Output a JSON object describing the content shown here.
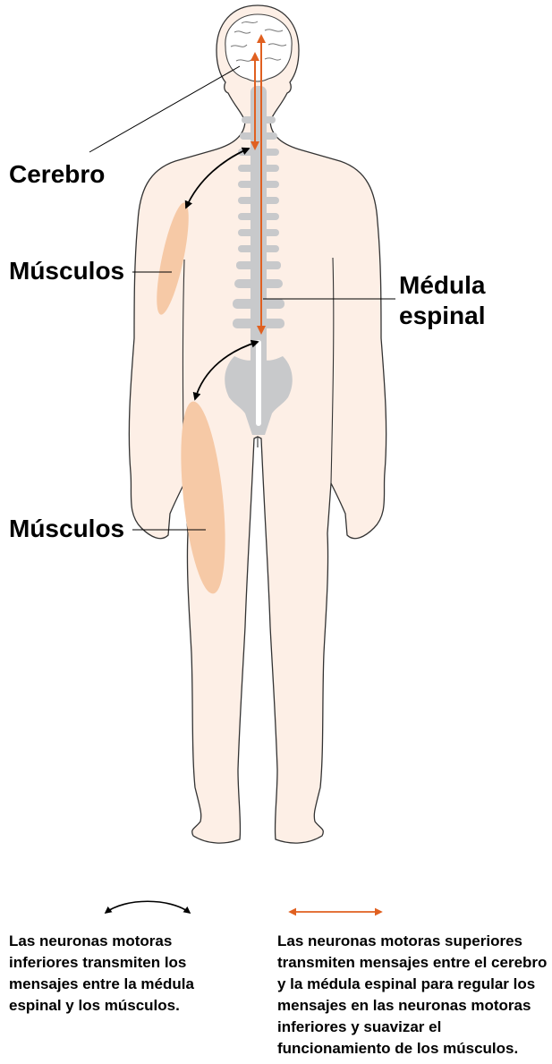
{
  "labels": {
    "cerebro": "Cerebro",
    "musculos_arm": "Músculos",
    "medula_line1": "Médula",
    "medula_line2": "espinal",
    "musculos_leg": "Músculos"
  },
  "legend": {
    "lower": {
      "icon": "curved-double-arrow-icon",
      "color": "#000000",
      "text": "Las neuronas motoras inferiores transmiten los mensajes entre la médula espinal y los músculos."
    },
    "upper": {
      "icon": "straight-double-arrow-icon",
      "color": "#e06020",
      "text": "Las neuronas motoras superiores transmiten mensajes entre el cerebro y la médula espinal para regular los mensajes en las neuronas motoras inferiores y suavizar el funcionamiento de los músculos."
    }
  },
  "colors": {
    "skin": "#fdefe6",
    "outline": "#333333",
    "muscle": "#f6c9a6",
    "spine": "#c8c9cb",
    "brain": "#ffffff",
    "upper_arrow": "#e06020",
    "lower_arrow": "#000000"
  }
}
